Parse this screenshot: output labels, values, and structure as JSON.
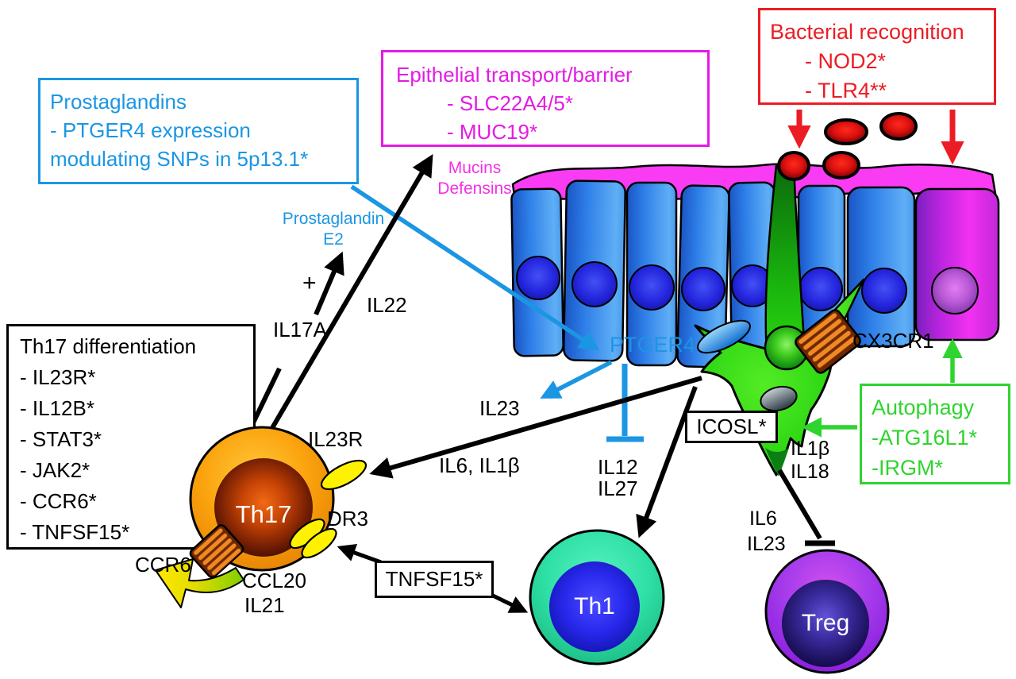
{
  "boxes": {
    "prostaglandins": {
      "lines": [
        "Prostaglandins",
        "- PTGER4 expression",
        "modulating SNPs in 5p13.1*"
      ],
      "color": "#1B96E3"
    },
    "epithelial_transport": {
      "lines": [
        "Epithelial transport/barrier",
        "- SLC22A4/5*",
        "- MUC19*"
      ],
      "color": "#E41BE4"
    },
    "bacterial_recognition": {
      "lines": [
        "Bacterial recognition",
        "- NOD2*",
        "- TLR4**"
      ],
      "color": "#EC1C24"
    },
    "th17_differentiation": {
      "lines": [
        "Th17 differentiation",
        "- IL23R*",
        "- IL12B*",
        "- STAT3*",
        "- JAK2*",
        "- CCR6*",
        "- TNFSF15*"
      ],
      "color": "#000000"
    },
    "autophagy": {
      "lines": [
        "Autophagy",
        "-ATG16L1*",
        "-IRGM*"
      ],
      "color": "#2FD42F"
    },
    "icosl": {
      "label": "ICOSL*"
    },
    "tnfsf15": {
      "label": "TNFSF15*"
    }
  },
  "labels": {
    "mucins": "Mucins",
    "defensins": "Defensins",
    "prostaglandin_line1": "Prostaglandin",
    "prostaglandin_line2": "E2",
    "plus": "+",
    "il17a": "IL17A",
    "il22": "IL22",
    "ptger4": "PTGER4",
    "il23_from_dc": "IL23",
    "il6_il1b": "IL6, IL1β",
    "il12": "IL12",
    "il27": "IL27",
    "cx3cr1": "CX3CR1",
    "il23r": "IL23R",
    "dr3": "DR3",
    "ccr6": "CCR6",
    "ccl20": "CCL20",
    "il21": "IL21",
    "il1b": "IL1β",
    "il18": "IL18",
    "il6": "IL6",
    "il23_to_treg": "IL23"
  },
  "cells": {
    "th17": "Th17",
    "th1": "Th1",
    "treg": "Treg"
  },
  "colors": {
    "blue_accent": "#1B96E3",
    "magenta_accent": "#E41BE4",
    "mucus_pink": "#F93BF3",
    "red_accent": "#EC1C24",
    "green_accent": "#2FD42F",
    "dendritic_green": "#2BD60F",
    "epithelial_blue": "#2E7FE8",
    "nucleus_blue": "#2426DE",
    "th17_orange": "#FBA40E",
    "th1_green": "#2FE0A6",
    "th1_core_blue": "#2828EC",
    "treg_purple": "#A93EEC",
    "receptor_yellow": "#FFF200",
    "receptor_orange": "#EE8A24"
  }
}
